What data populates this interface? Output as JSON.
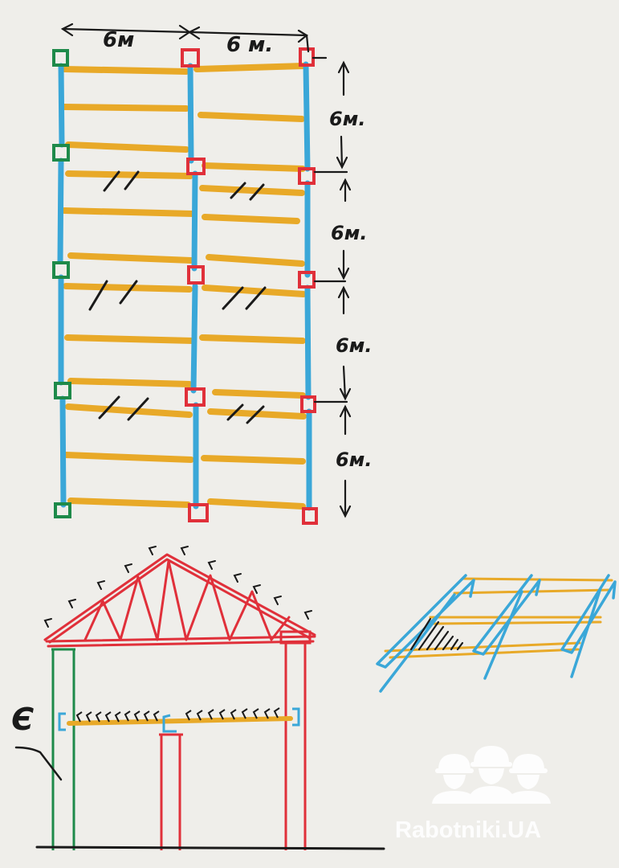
{
  "plan": {
    "top_dims": [
      "6м",
      "6 м."
    ],
    "side_dims": [
      "6м.",
      "6м.",
      "6м.",
      "6м."
    ]
  },
  "section": {
    "label": "Є"
  },
  "watermark": {
    "brand": "Rabotniki.UA"
  },
  "colors": {
    "paper": "#efeeea",
    "blue": "#3aa7d8",
    "yellow": "#e8a928",
    "red": "#e0303a",
    "green": "#1e8a4a",
    "ink": "#1a1a1a"
  }
}
